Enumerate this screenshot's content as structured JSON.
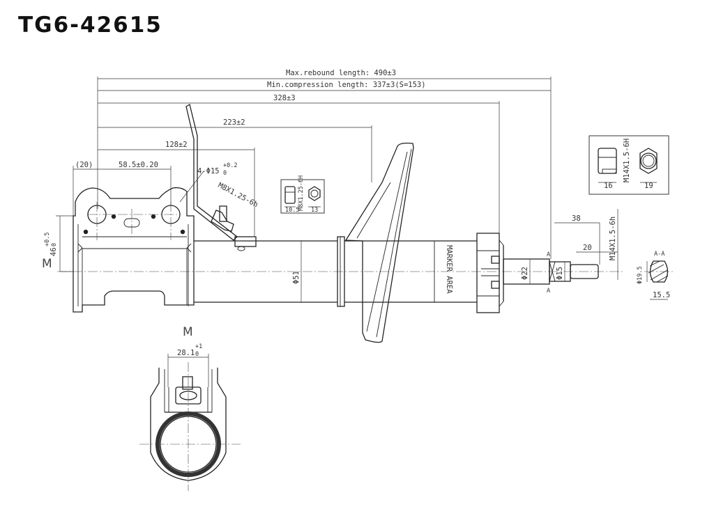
{
  "title": "TG6-42615",
  "dimensions": {
    "max_rebound": "Max.rebound  length: 490±3",
    "min_compression": "Min.compression  length: 337±3(S=153)",
    "d328": "328±3",
    "d223": "223±2",
    "d128": "128±2",
    "d20p": "(20)",
    "d58": "58.5±0.20",
    "holes": "4-Φ15",
    "holes_tol": "+0.2",
    "holes_tol0": "0",
    "bolt": "M8X1.25-6h",
    "d46": "46",
    "d46_tol": "+0.5",
    "d46_tol0": "0",
    "dia51": "Φ51",
    "dia22": "Φ22",
    "dia15": "Φ15",
    "d38": "38",
    "d20": "20",
    "thread": "M14X1.5-6h",
    "dia195": "Φ19.5",
    "d155": "15.5",
    "section_aa": "A-A",
    "section_a": "A",
    "marker_area": "MARKER AREA",
    "view_m": "M",
    "d28": "28.1",
    "d28_tol": "+1",
    "d28_tol0": "0"
  },
  "small_nut": {
    "thread": "M8X1.25-6H",
    "w1": "10.5",
    "w2": "13"
  },
  "large_nut": {
    "thread": "M14X1.5-6H",
    "w1": "16",
    "w2": "19"
  }
}
